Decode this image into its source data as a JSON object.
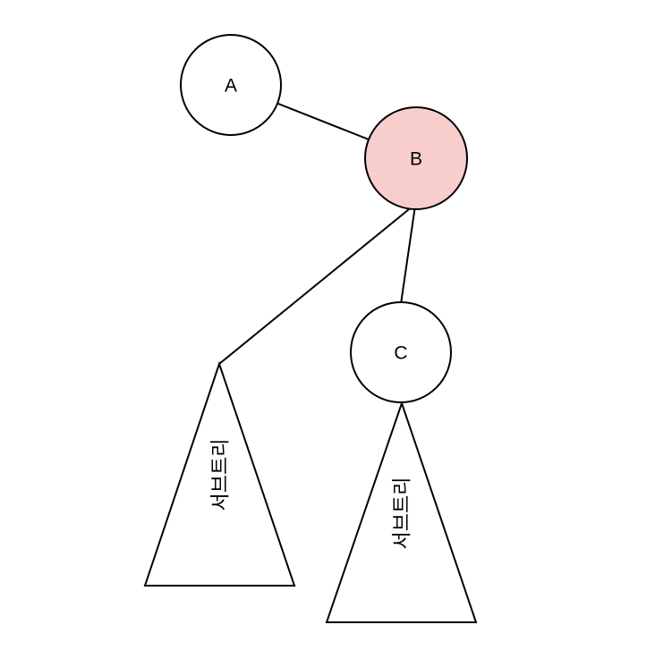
{
  "diagram": {
    "type": "tree",
    "nodes": [
      {
        "id": "A",
        "label": "A",
        "shape": "circle",
        "highlighted": false
      },
      {
        "id": "B",
        "label": "B",
        "shape": "circle",
        "highlighted": true
      },
      {
        "id": "C",
        "label": "C",
        "shape": "circle",
        "highlighted": false
      }
    ],
    "subtrees": [
      {
        "id": "left-subtree",
        "label": "서브트리",
        "shape": "triangle",
        "label_rotation_deg": -90,
        "attached_to": "B"
      },
      {
        "id": "right-subtree",
        "label": "서브트리",
        "shape": "triangle",
        "label_rotation_deg": -90,
        "attached_to": "C"
      }
    ],
    "edges": [
      {
        "from": "A",
        "to": "B"
      },
      {
        "from": "B",
        "to": "left-subtree"
      },
      {
        "from": "B",
        "to": "C"
      },
      {
        "from": "C",
        "to": "right-subtree"
      }
    ]
  },
  "colors": {
    "background": "#ffffff",
    "node_fill": "#ffffff",
    "highlight_fill": "#f8cecc",
    "stroke": "#000000",
    "triangle_fill": "#ffffff"
  }
}
